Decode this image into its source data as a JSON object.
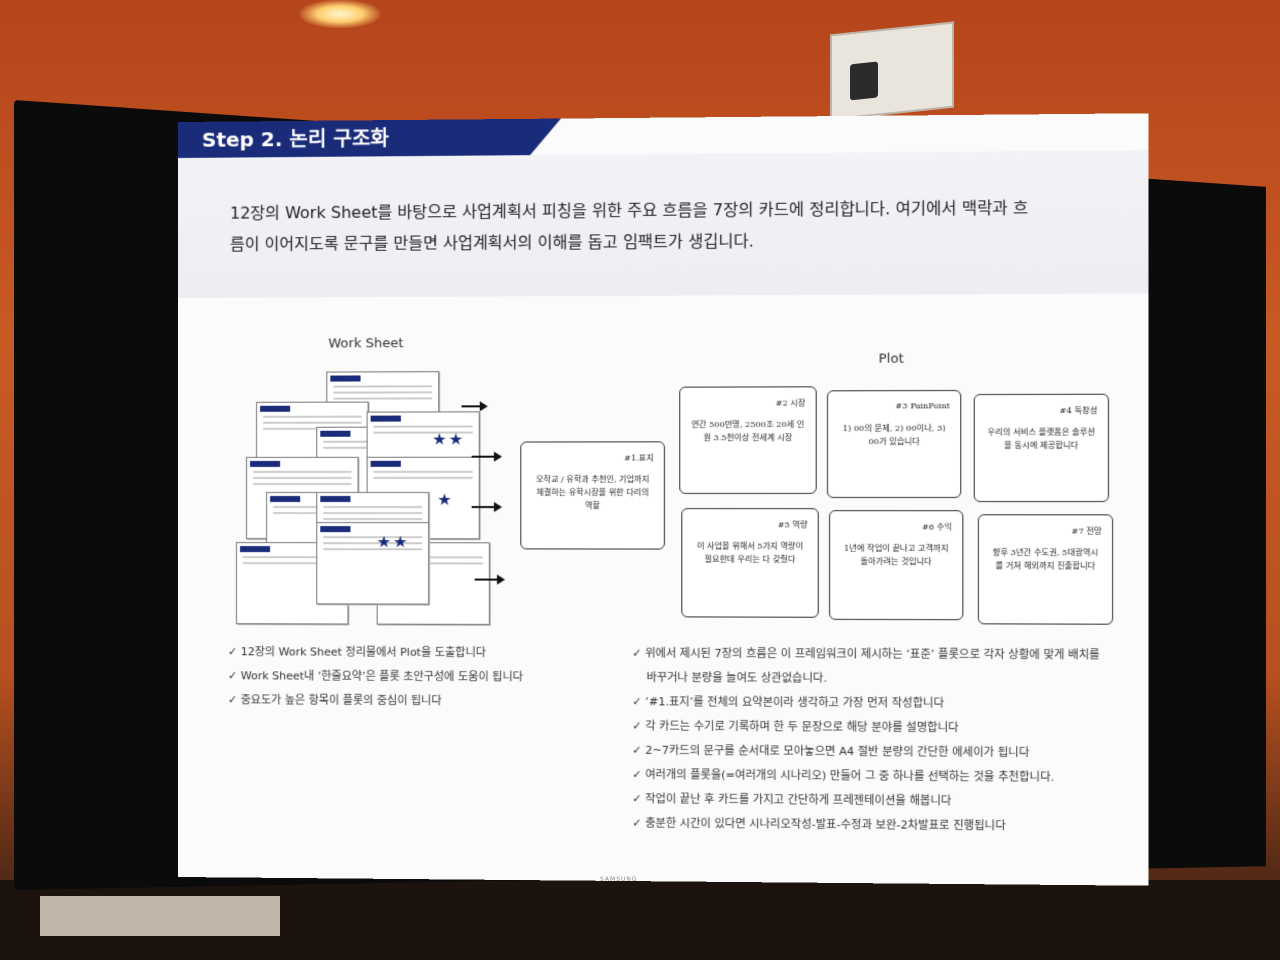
{
  "slide": {
    "step_title": "Step 2. 논리 구조화",
    "intro_line1": "12장의 Work Sheet를 바탕으로 사업계획서 피칭을 위한 주요 흐름을 7장의 카드에 정리합니다. 여기에서 맥락과 흐",
    "intro_line2": "름이 이어지도록 문구를 만들면 사업계획서의 이해를 돕고 임팩트가 생깁니다.",
    "worksheet_label": "Work Sheet",
    "plot_label": "Plot",
    "left_bullets": [
      "12장의 Work Sheet 정리물에서 Plot을 도출합니다",
      "Work Sheet내 ‘한줄요약’은 플롯 초안구성에 도움이 됩니다",
      "중요도가 높은 항목이 플롯의 중심이 됩니다"
    ],
    "right_bullets": [
      "위에서 제시된 7장의 흐름은 이 프레임워크이 제시하는 ‘표준’ 플롯으로 각자 상황에 맞게 배치를",
      "바꾸거나 분량을 늘여도 상관없습니다.",
      "‘#1.표지’를 전체의 요약본이라 생각하고 가장 먼저 작성합니다",
      "각 카드는 수기로 기록하며 한 두 문장으로 해당 분야를 설명합니다",
      "2~7카드의 문구를 순서대로 모아놓으면 A4 절반 분량의 간단한 에세이가 됩니다",
      "여러개의 플롯을(=여러개의 시나리오) 만들어 그 중 하나를 선택하는 것을 추천합니다.",
      "작업이 끝난 후 카드를 가지고 간단하게 프레젠테이션을 해봅니다",
      "충분한 시간이 있다면 시나리오작성-발표-수정과 보완-2차발표로 진행됩니다"
    ],
    "cards": [
      {
        "num": "#1.표지",
        "text": "오작교 / 유학과 추천인, 기업까지 체결하는 유학시장을 위한 다리의 역할"
      },
      {
        "num": "#2 시장",
        "text": "연간 500만명, 2500조 20세 인원 3.5천이상 전세계 시장"
      },
      {
        "num": "#3 PainPoint",
        "text": "1) 00의 문제, 2) 00이나, 3) 00가 있습니다"
      },
      {
        "num": "#4 독창성",
        "text": "우리의 서비스 플랫폼은 솔루션을 동시에 제공합니다"
      },
      {
        "num": "#5 역량",
        "text": "이 사업을 위해서 5가지 역량이 필요한데 우리는 다 갖췄다"
      },
      {
        "num": "#6 수익",
        "text": "1년에 작업이 끝나고 고객까지 돌아가려는 것입니다"
      },
      {
        "num": "#7 전망",
        "text": "향후 3년간 수도권, 5대광역시를 거쳐 해외까지 진출합니다"
      }
    ],
    "stars_a": "★★",
    "stars_b": "★",
    "stars_c": "★★",
    "brand": "SAMSUNG"
  }
}
